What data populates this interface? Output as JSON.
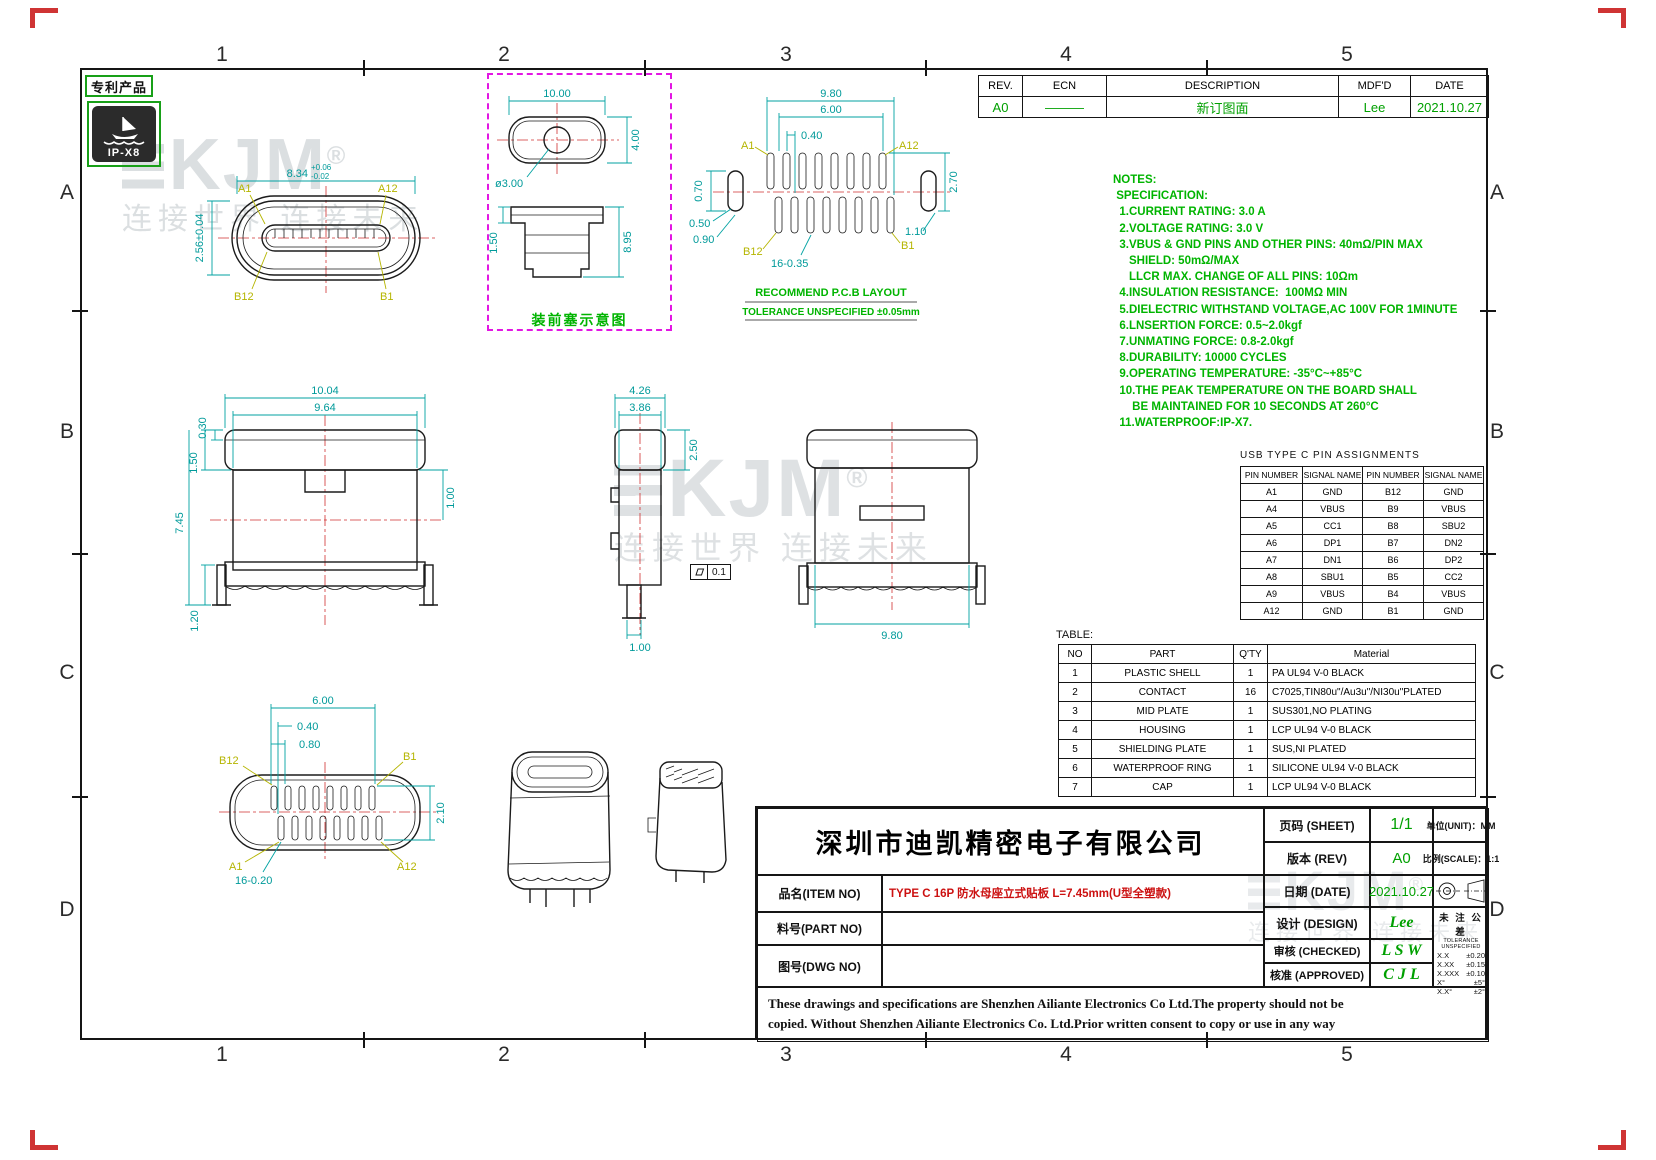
{
  "frame": {
    "cols": [
      "1",
      "2",
      "3",
      "4",
      "5"
    ],
    "rows": [
      "A",
      "B",
      "C",
      "D"
    ]
  },
  "badges": {
    "patent": "专利产品",
    "ip_rating": "IP-X8"
  },
  "watermark": {
    "logo": "KJM",
    "reg": "®",
    "slogan": "连接世界  连接未来"
  },
  "revision_table": {
    "headers": [
      "REV.",
      "ECN",
      "DESCRIPTION",
      "MDF'D",
      "DATE"
    ],
    "row": [
      "A0",
      "———",
      "新订图面",
      "Lee",
      "2021.10.27"
    ]
  },
  "notes": {
    "lines": [
      "NOTES:",
      " SPECIFICATION:",
      "  1.CURRENT RATING: 3.0 A",
      "  2.VOLTAGE RATING: 3.0 V",
      "  3.VBUS & GND PINS AND OTHER PINS: 40mΩ/PIN MAX",
      "     SHIELD: 50mΩ/MAX",
      "     LLCR MAX. CHANGE OF ALL PINS: 10Ωm",
      "  4.INSULATION RESISTANCE:  100MΩ MIN",
      "  5.DIELECTRIC WITHSTAND VOLTAGE,AC 100V FOR 1MINUTE",
      "  6.LNSERTION FORCE: 0.5~2.0kgf",
      "  7.UNMATING FORCE: 0.8-2.0kgf",
      "  8.DURABILITY: 10000 CYCLES",
      "  9.OPERATING TEMPERATURE: -35°C~+85°C",
      "  10.THE PEAK TEMPERATURE ON THE BOARD SHALL",
      "      BE MAINTAINED FOR 10 SECONDS AT 260°C",
      "  11.WATERPROOF:IP-X7."
    ]
  },
  "pin_table": {
    "title": "USB TYPE C PIN ASSIGNMENTS",
    "headers": [
      "PIN NUMBER",
      "SIGNAL NAME",
      "PIN NUMBER",
      "SIGNAL NAME"
    ],
    "rows": [
      [
        "A1",
        "GND",
        "B12",
        "GND"
      ],
      [
        "A4",
        "VBUS",
        "B9",
        "VBUS"
      ],
      [
        "A5",
        "CC1",
        "B8",
        "SBU2"
      ],
      [
        "A6",
        "DP1",
        "B7",
        "DN2"
      ],
      [
        "A7",
        "DN1",
        "B6",
        "DP2"
      ],
      [
        "A8",
        "SBU1",
        "B5",
        "CC2"
      ],
      [
        "A9",
        "VBUS",
        "B4",
        "VBUS"
      ],
      [
        "A12",
        "GND",
        "B1",
        "GND"
      ]
    ]
  },
  "materials_table": {
    "title": "TABLE:",
    "headers": [
      "NO",
      "PART",
      "Q'TY",
      "Material"
    ],
    "rows": [
      [
        "1",
        "PLASTIC SHELL",
        "1",
        "PA UL94 V-0 BLACK"
      ],
      [
        "2",
        "CONTACT",
        "16",
        "C7025,TIN80u\"/Au3u\"/NI30u\"PLATED"
      ],
      [
        "3",
        "MID PLATE",
        "1",
        "SUS301,NO PLATING"
      ],
      [
        "4",
        "HOUSING",
        "1",
        "LCP UL94 V-0 BLACK"
      ],
      [
        "5",
        "SHIELDING PLATE",
        "1",
        "SUS,NI PLATED"
      ],
      [
        "6",
        "WATERPROOF RING",
        "1",
        "SILICONE UL94 V-0 BLACK"
      ],
      [
        "7",
        "CAP",
        "1",
        "LCP UL94 V-0 BLACK"
      ]
    ]
  },
  "title_block": {
    "company": "深圳市迪凯精密电子有限公司",
    "sheet_label": "页码 (SHEET)",
    "sheet_value": "1/1",
    "unit_label": "单位(UNIT)：MM",
    "rev_label": "版本 (REV)",
    "rev_value": "A0",
    "scale_label": "比例(SCALE)：1:1",
    "date_label": "日期 (DATE)",
    "date_value": "2021.10.27",
    "design_label": "设计 (DESIGN)",
    "design_value": "Lee",
    "checked_label": "审核 (CHECKED)",
    "checked_value": "L S W",
    "approved_label": "核准 (APPROVED)",
    "approved_value": "C J L",
    "item_label": "品名(ITEM NO)",
    "item_value": "TYPE C 16P 防水母座立式贴板 L=7.45mm(U型全塑款)",
    "part_label": "料号(PART NO)",
    "part_value": "",
    "dwg_label": "图号(DWG NO)",
    "dwg_value": "",
    "tol_title": "未 注 公 差",
    "tol_subtitle": "TOLERANCE UNSPECIFIED",
    "tolerances": [
      {
        "range": "X.X",
        "value": "±0.20"
      },
      {
        "range": "X.XX",
        "value": "±0.15"
      },
      {
        "range": "X.XXX",
        "value": "±0.10"
      },
      {
        "range": "X°",
        "value": "±5°"
      },
      {
        "range": "X.X°",
        "value": "±2°"
      }
    ],
    "disclaimer_line1": "These drawings and specifications are Shenzhen Ailiante Electronics Co Ltd.The property should not be",
    "disclaimer_line2": "copied. Without Shenzhen Ailiante Electronics Co. Ltd.Prior written consent to copy or use in any way"
  },
  "views": {
    "mating_face": {
      "dim_width": "8.34",
      "tol_plus": "+0.06",
      "tol_minus": "-0.02",
      "dim_height": "2.56±0.04",
      "pin_tl": "A1",
      "pin_tr": "A12",
      "pin_bl": "B12",
      "pin_br": "B1"
    },
    "cap": {
      "caption": "装前塞示意图",
      "dim_width": "10.00",
      "dim_height": "4.00",
      "dim_hole": "ø3.00",
      "dim_body_height": "8.95",
      "dim_lip": "1.50"
    },
    "pcb_layout": {
      "caption1": "RECOMMEND  P.C.B  LAYOUT",
      "caption2": "TOLERANCE  UNSPECIFIED  ±0.05mm",
      "dim_span": "9.80",
      "dim_inner_span": "6.00",
      "dim_pitch": "0.40",
      "dim_height": "2.70",
      "dim_hole_w": "0.70",
      "dim_gap1": "0.50",
      "dim_gap2": "0.90",
      "dim_gap3": "1.10",
      "dim_slots": "16-0.35",
      "pin_tl": "A1",
      "pin_tr": "A12",
      "pin_bl": "B12",
      "pin_br": "B1"
    },
    "front_view": {
      "dim_w1": "10.04",
      "dim_w2": "9.64",
      "dim_cap_lip": "0.30",
      "dim_cap_h": "1.50",
      "dim_total_h": "7.45",
      "dim_notch": "1.00",
      "dim_leg": "1.20",
      "flatness": "0.1"
    },
    "side_view": {
      "dim_w1": "4.26",
      "dim_w2": "3.86",
      "dim_h": "2.50",
      "dim_leg": "1.00"
    },
    "rear_view": {
      "dim_w": "9.80"
    },
    "bottom_view": {
      "dim_span": "6.00",
      "dim_p1": "0.40",
      "dim_p2": "0.80",
      "dim_h": "2.10",
      "dim_slots": "16-0.20",
      "pin_tl": "B12",
      "pin_tr": "B1",
      "pin_bl": "A1",
      "pin_br": "A12"
    }
  }
}
